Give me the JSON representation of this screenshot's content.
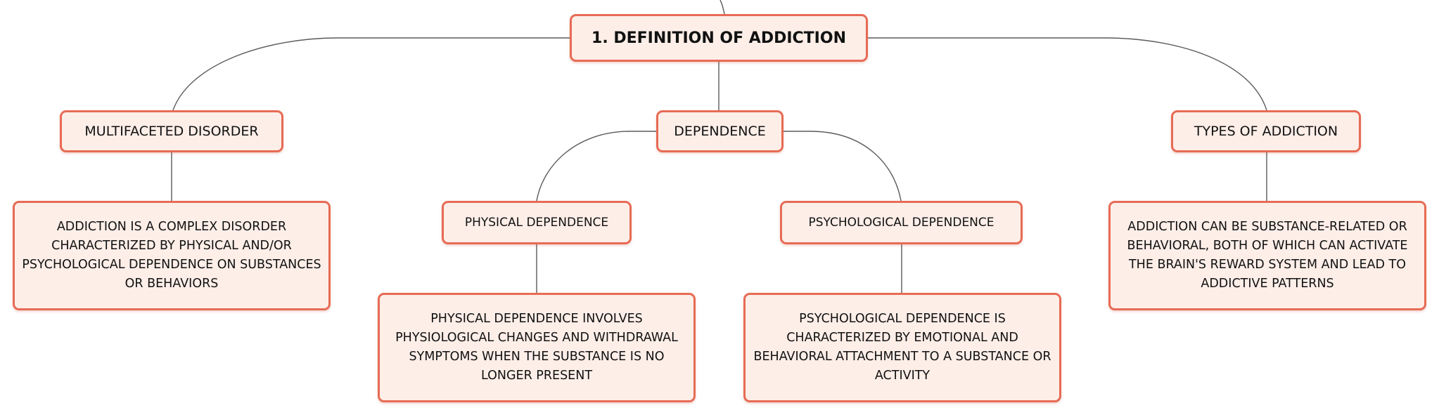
{
  "root": {
    "label": "1. DEFINITION OF ADDICTION"
  },
  "branches": {
    "multifaceted": {
      "label": "MULTIFACETED DISORDER",
      "description": "ADDICTION IS A COMPLEX DISORDER CHARACTERIZED BY PHYSICAL AND/OR PSYCHOLOGICAL DEPENDENCE ON SUBSTANCES OR BEHAVIORS"
    },
    "dependence": {
      "label": "DEPENDENCE",
      "physical": {
        "label": "PHYSICAL DEPENDENCE",
        "description": "PHYSICAL DEPENDENCE INVOLVES PHYSIOLOGICAL CHANGES AND WITHDRAWAL SYMPTOMS WHEN THE SUBSTANCE IS NO LONGER PRESENT"
      },
      "psychological": {
        "label": "PSYCHOLOGICAL DEPENDENCE",
        "description": "PSYCHOLOGICAL DEPENDENCE IS CHARACTERIZED BY EMOTIONAL AND BEHAVIORAL ATTACHMENT TO A SUBSTANCE OR ACTIVITY"
      }
    },
    "types": {
      "label": "TYPES OF ADDICTION",
      "description": "ADDICTION CAN BE SUBSTANCE-RELATED OR BEHAVIORAL, BOTH OF WHICH CAN ACTIVATE THE BRAIN'S REWARD SYSTEM AND LEAD TO ADDICTIVE PATTERNS"
    }
  },
  "colors": {
    "node_fill": "#fdeee8",
    "node_border": "#e76b55",
    "connector": "#5a5a5a",
    "text": "#111111"
  }
}
